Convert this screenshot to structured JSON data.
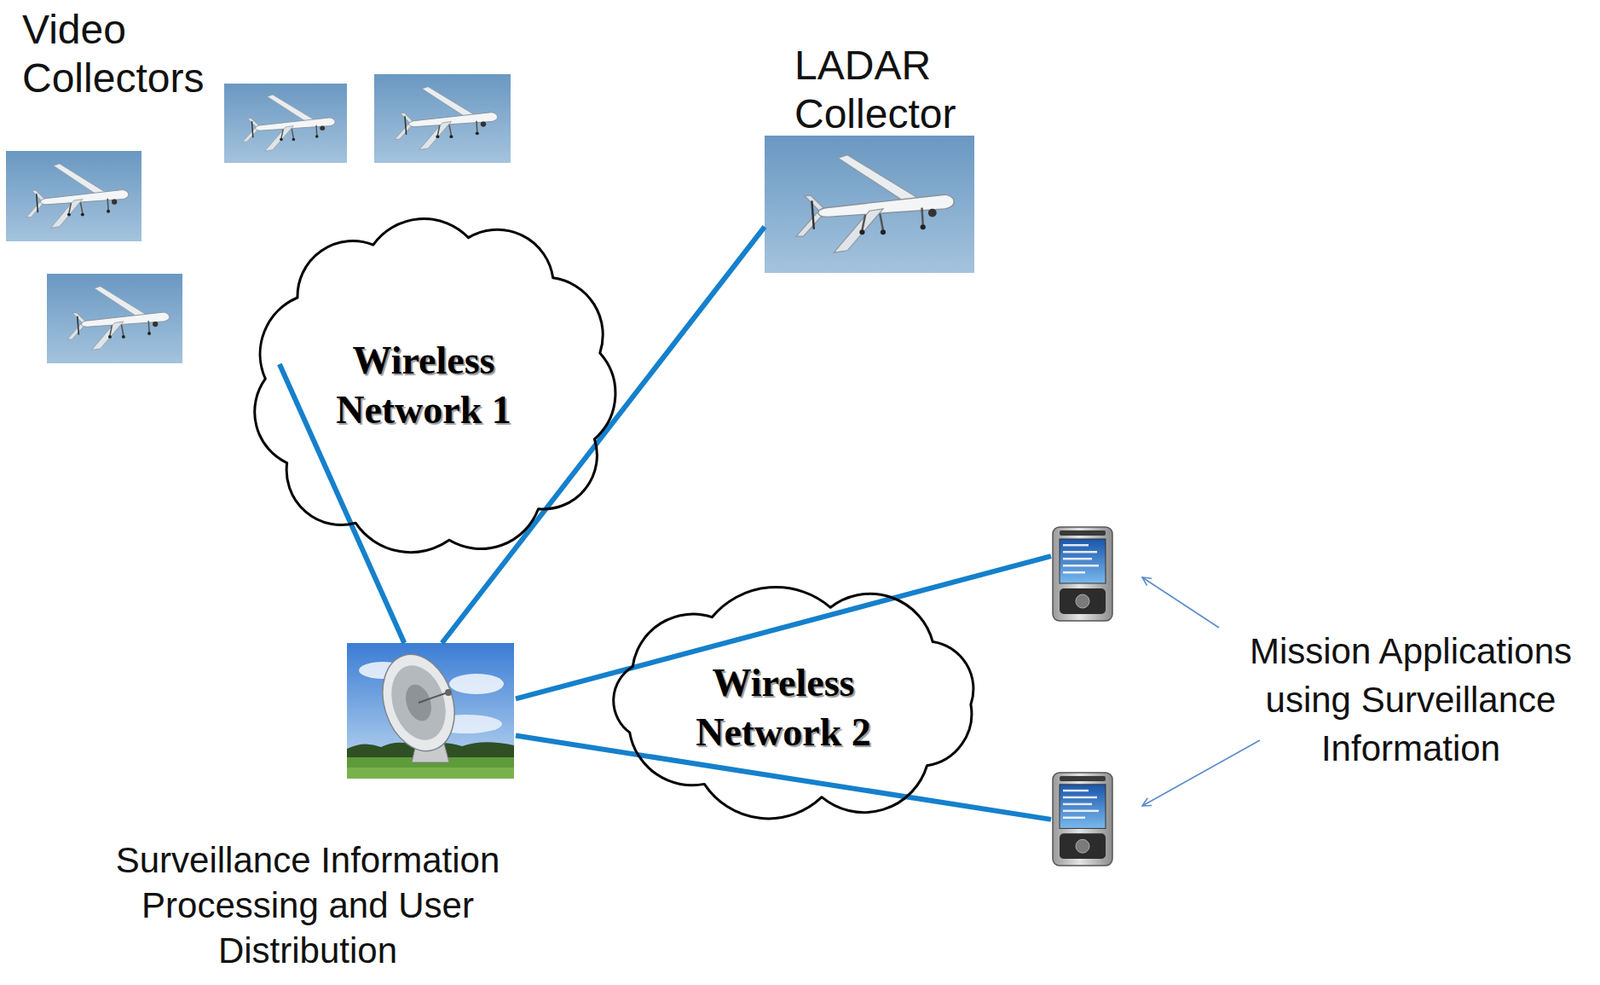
{
  "diagram": {
    "nodes": [
      {
        "text": [
          "Video Collectors"
        ]
      },
      {
        "text": [
          "LADAR Collector"
        ]
      },
      {
        "text": [
          "Wireless Network 1"
        ]
      },
      {
        "text": [
          "Surveillance Information Processing and User Distribution"
        ]
      },
      {
        "text": [
          "Wireless Network 2"
        ]
      },
      {
        "text": [
          "Mission Applications using Surveillance Information"
        ]
      }
    ],
    "edges": [
      {
        "from": 0,
        "to": 3,
        "arrow": "none"
      },
      {
        "from": 1,
        "to": 3,
        "arrow": "none"
      },
      {
        "from": 3,
        "to": 5,
        "arrow": "none"
      },
      {
        "from": 3,
        "to": 5,
        "arrow": "none"
      }
    ]
  }
}
